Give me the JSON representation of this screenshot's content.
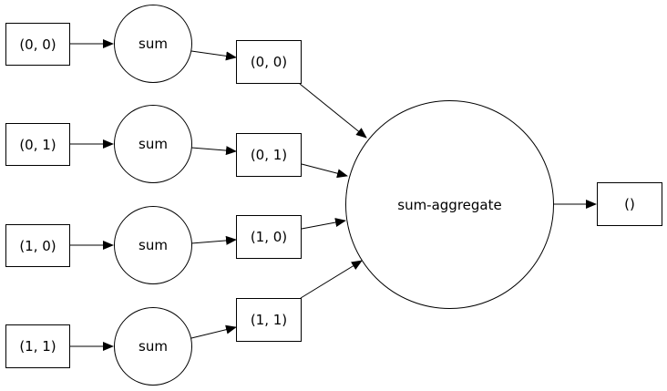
{
  "diagram": {
    "inputs": [
      "(0, 0)",
      "(0, 1)",
      "(1, 0)",
      "(1, 1)"
    ],
    "ops": [
      "sum",
      "sum",
      "sum",
      "sum"
    ],
    "intermediates": [
      "(0, 0)",
      "(0, 1)",
      "(1, 0)",
      "(1, 1)"
    ],
    "aggregate": "sum-aggregate",
    "output": "()"
  }
}
